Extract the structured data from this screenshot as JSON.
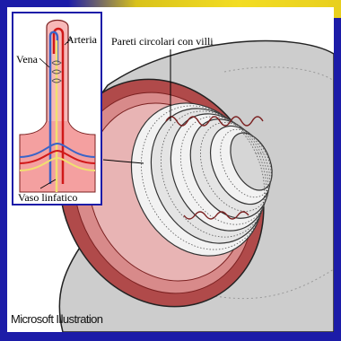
{
  "labels": {
    "vena": "Vena",
    "arteria": "Arteria",
    "vaso_linfatico": "Vaso linfatico",
    "pareti": "Pareti circolari con villi"
  },
  "credit": "Microsoft Illustration",
  "colors": {
    "frame_blue": "#1c1ca8",
    "frame_yellow": "#f3dd23",
    "outer_wall": "#c0c0c0",
    "muscle": "#b04a4a",
    "mucosa": "#e8b4b4",
    "villus_pink": "#f4a0a0",
    "artery_red": "#d01818",
    "vein_blue": "#3a64c8",
    "lymph_yellow": "#f0e070"
  }
}
